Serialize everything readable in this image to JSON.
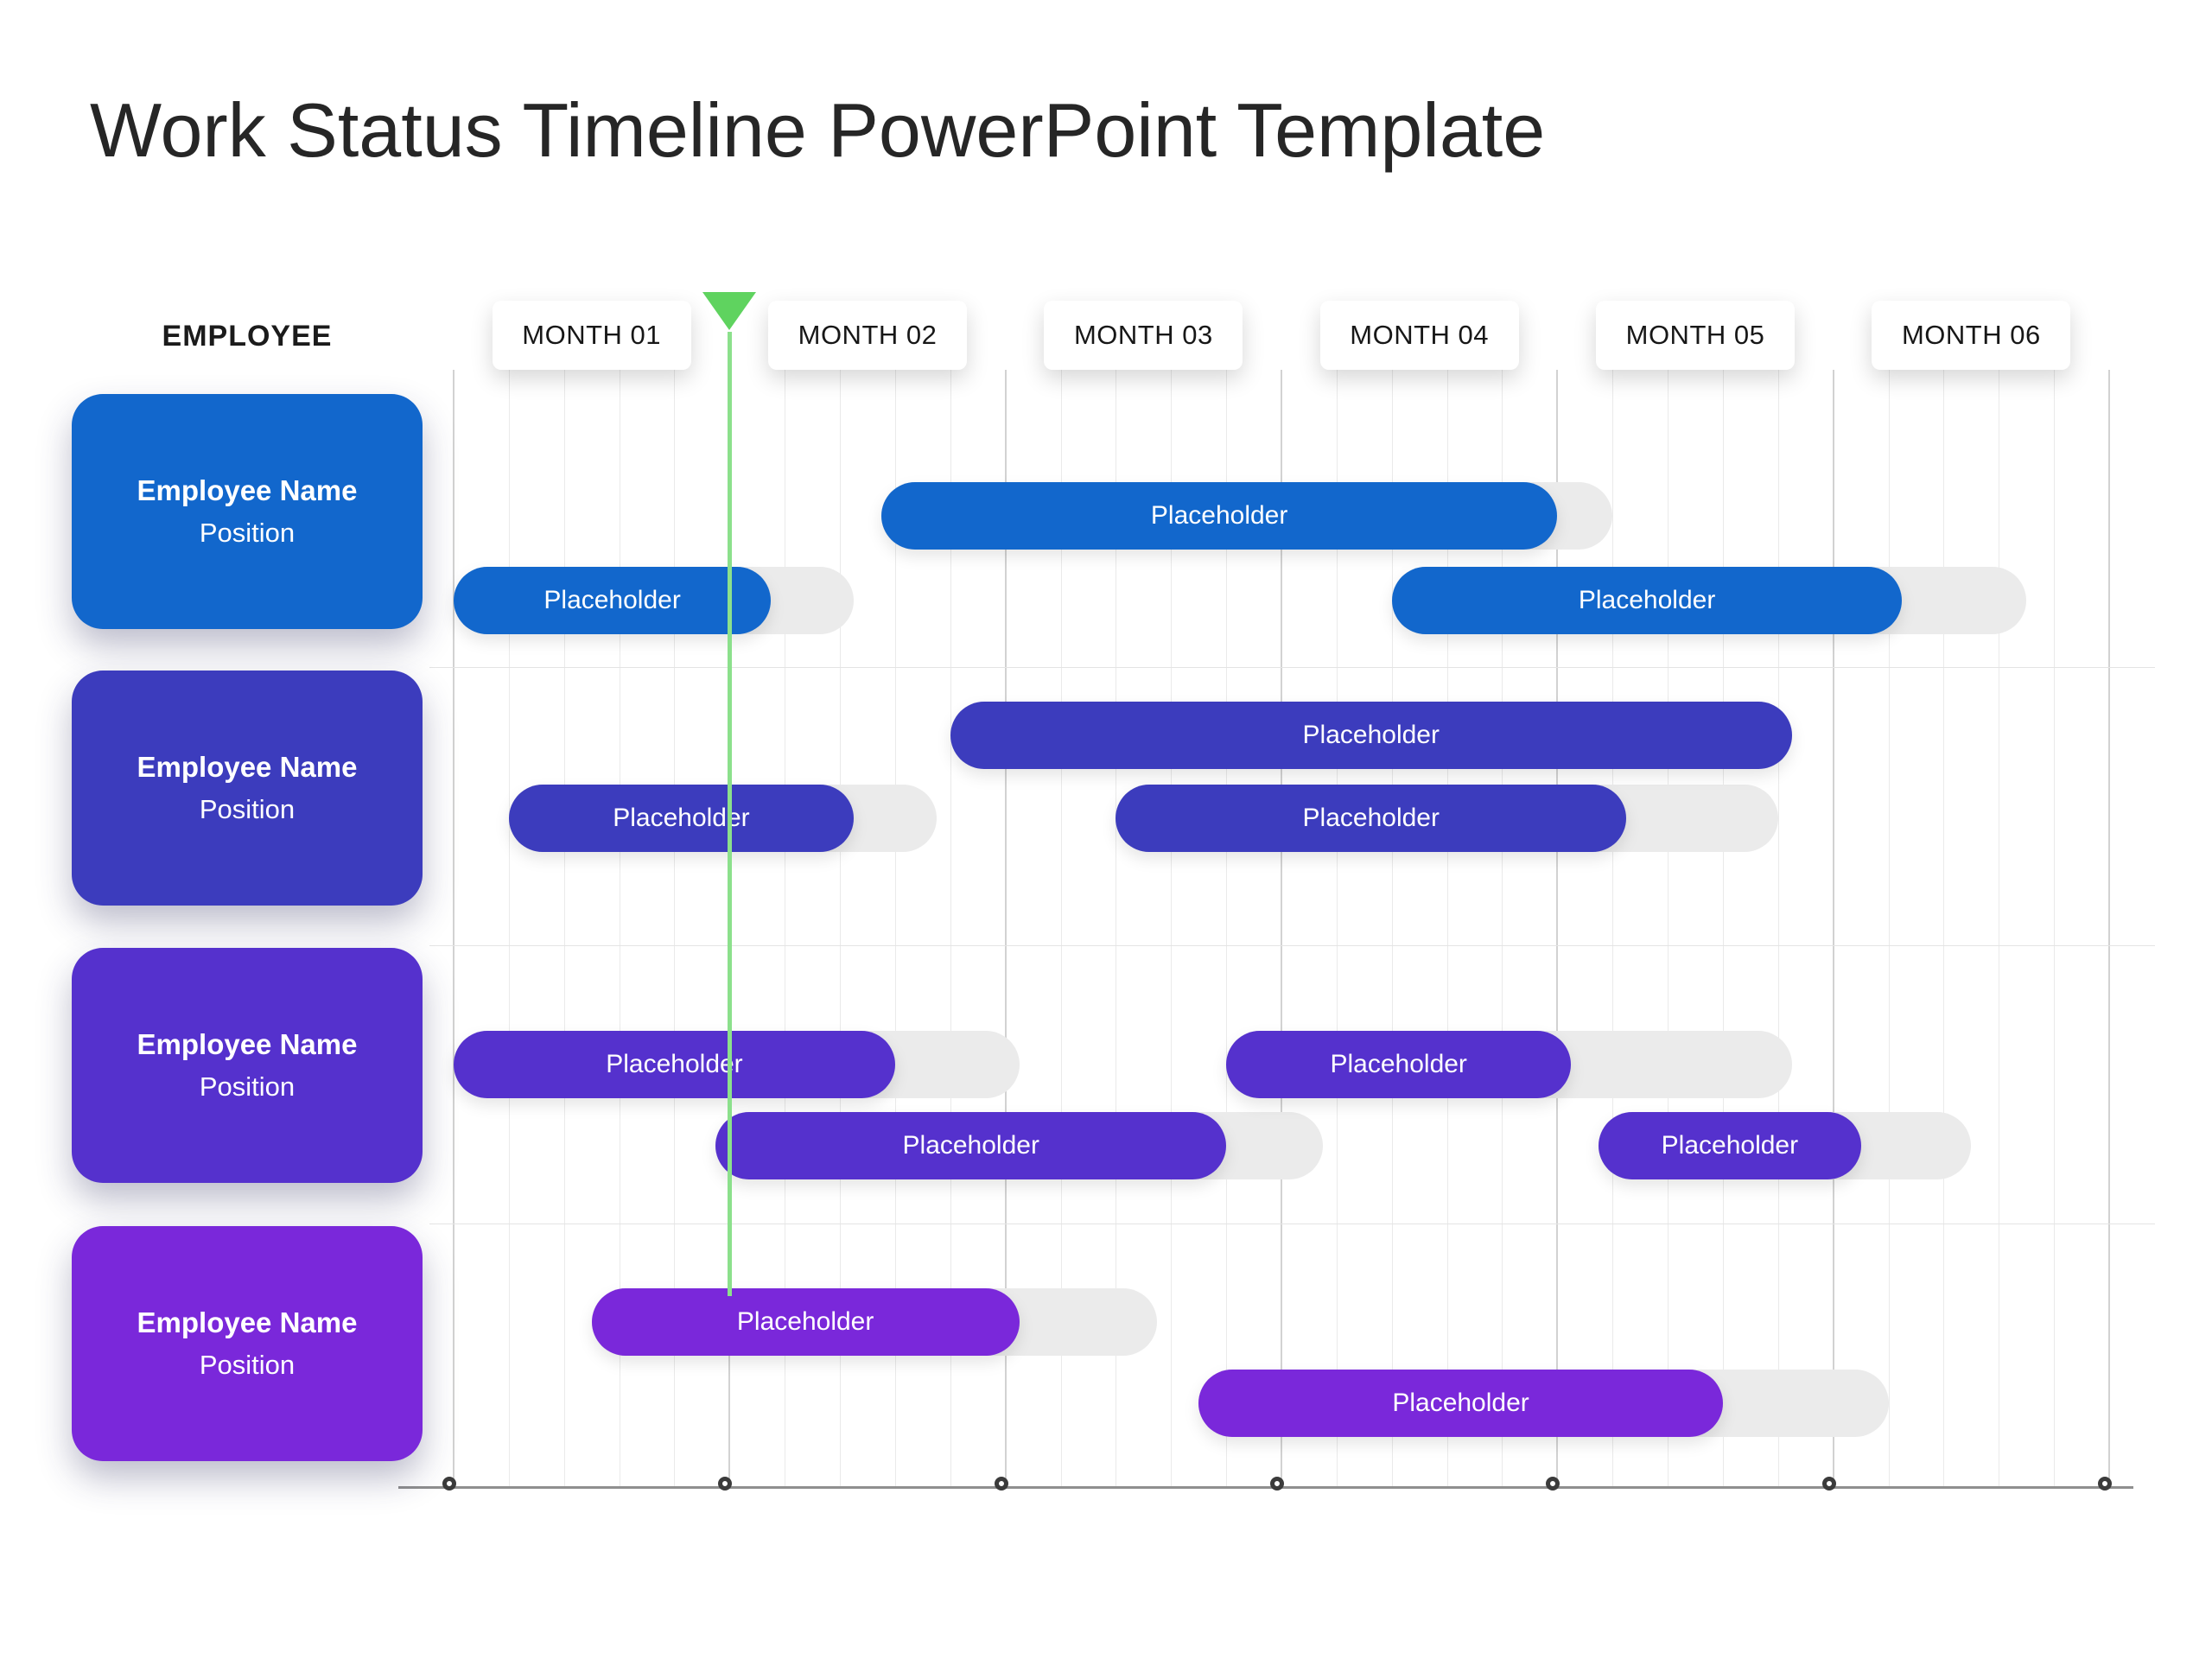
{
  "title": "Work Status Timeline PowerPoint Template",
  "employee_header": "EMPLOYEE",
  "colors": {
    "bar_extension": "#ebebeb",
    "today_line": "#8ce08c",
    "today_triangle": "#5fd35f",
    "axis_line": "#8f8f8f",
    "axis_marker_ring": "#3b3b3b",
    "grid_minor": "#eaeaea",
    "grid_major": "#d2d2d2",
    "row_separator": "#e4e4e4",
    "title_text": "#262626"
  },
  "chart_data": {
    "type": "gantt",
    "title": "Work Status Timeline PowerPoint Template",
    "x_categories": [
      "MONTH 01",
      "MONTH 02",
      "MONTH 03",
      "MONTH 04",
      "MONTH 05",
      "MONTH 06"
    ],
    "x_unit": "months",
    "x_range": [
      0,
      6
    ],
    "grid": true,
    "legend": false,
    "today_marker_month": 1.0,
    "rows": [
      {
        "employee": "Employee Name",
        "position": "Position",
        "color": "#1267cc",
        "bars": [
          {
            "label": "Placeholder",
            "lane": 0,
            "start": 1.55,
            "end": 4.0,
            "trail_end": 4.2
          },
          {
            "label": "Placeholder",
            "lane": 1,
            "start": 0.0,
            "end": 1.15,
            "trail_end": 1.45
          },
          {
            "label": "Placeholder",
            "lane": 1,
            "start": 3.4,
            "end": 5.25,
            "trail_end": 5.7
          }
        ]
      },
      {
        "employee": "Employee Name",
        "position": "Position",
        "color": "#3c3cbd",
        "bars": [
          {
            "label": "Placeholder",
            "lane": 0,
            "start": 1.8,
            "end": 4.85,
            "trail_end": 4.85
          },
          {
            "label": "Placeholder",
            "lane": 1,
            "start": 0.2,
            "end": 1.45,
            "trail_end": 1.75
          },
          {
            "label": "Placeholder",
            "lane": 1,
            "start": 2.4,
            "end": 4.25,
            "trail_end": 4.8
          }
        ]
      },
      {
        "employee": "Employee Name",
        "position": "Position",
        "color": "#5531cd",
        "bars": [
          {
            "label": "Placeholder",
            "lane": 0,
            "start": 0.0,
            "end": 1.6,
            "trail_end": 2.05
          },
          {
            "label": "Placeholder",
            "lane": 0,
            "start": 2.8,
            "end": 4.05,
            "trail_end": 4.85
          },
          {
            "label": "Placeholder",
            "lane": 1,
            "start": 0.95,
            "end": 2.8,
            "trail_end": 3.15
          },
          {
            "label": "Placeholder",
            "lane": 1,
            "start": 4.15,
            "end": 5.1,
            "trail_end": 5.5
          }
        ]
      },
      {
        "employee": "Employee Name",
        "position": "Position",
        "color": "#7a28da",
        "bars": [
          {
            "label": "Placeholder",
            "lane": 0,
            "start": 0.5,
            "end": 2.05,
            "trail_end": 2.55
          },
          {
            "label": "Placeholder",
            "lane": 1,
            "start": 2.7,
            "end": 4.6,
            "trail_end": 5.2
          }
        ]
      }
    ]
  }
}
